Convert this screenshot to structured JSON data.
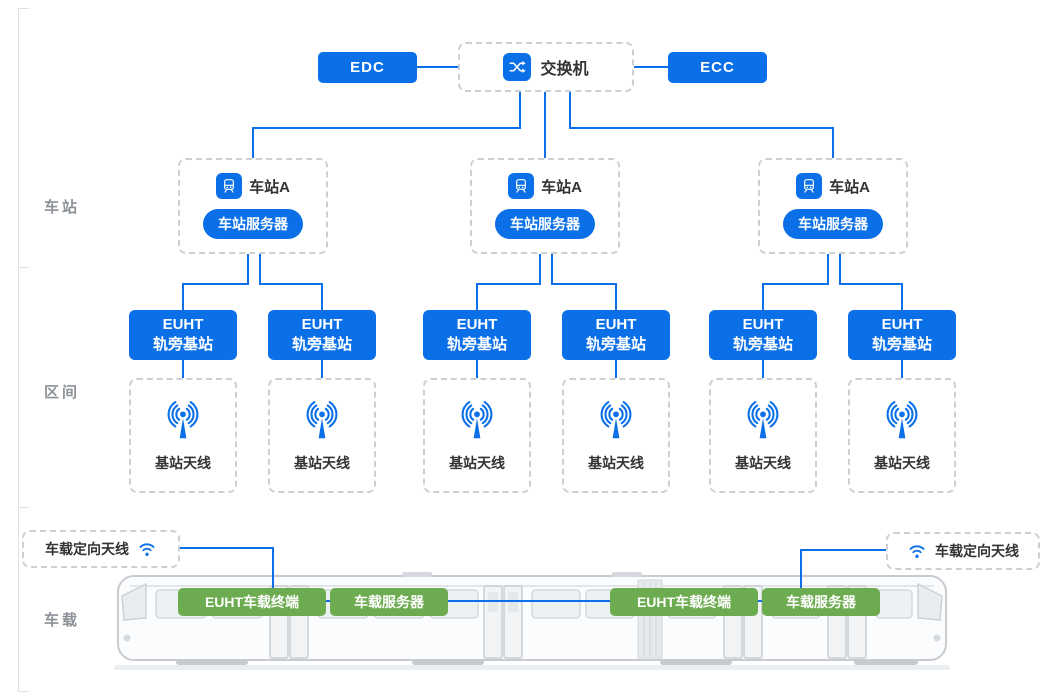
{
  "colors": {
    "accent": "#0b70e8",
    "green": "#6cab4f",
    "text": "#333333",
    "muted": "#8d9298",
    "dash": "#ccd0d5"
  },
  "side_sections": [
    {
      "label": "车站"
    },
    {
      "label": "区间"
    },
    {
      "label": "车载"
    }
  ],
  "top": {
    "edc_label": "EDC",
    "ecc_label": "ECC",
    "switch_label": "交换机"
  },
  "stations": [
    {
      "name": "车站A",
      "server_label": "车站服务器"
    },
    {
      "name": "车站A",
      "server_label": "车站服务器"
    },
    {
      "name": "车站A",
      "server_label": "车站服务器"
    }
  ],
  "trackside": [
    {
      "line1": "EUHT",
      "line2": "轨旁基站",
      "antenna_label": "基站天线"
    },
    {
      "line1": "EUHT",
      "line2": "轨旁基站",
      "antenna_label": "基站天线"
    },
    {
      "line1": "EUHT",
      "line2": "轨旁基站",
      "antenna_label": "基站天线"
    },
    {
      "line1": "EUHT",
      "line2": "轨旁基站",
      "antenna_label": "基站天线"
    },
    {
      "line1": "EUHT",
      "line2": "轨旁基站",
      "antenna_label": "基站天线"
    },
    {
      "line1": "EUHT",
      "line2": "轨旁基站",
      "antenna_label": "基站天线"
    }
  ],
  "onboard": {
    "left_antenna_label": "车载定向天线",
    "right_antenna_label": "车载定向天线",
    "pairs": [
      {
        "terminal_label": "EUHT车载终端",
        "server_label": "车载服务器"
      },
      {
        "terminal_label": "EUHT车载终端",
        "server_label": "车载服务器"
      }
    ]
  },
  "icons": {
    "switch": "crossed-arrows-switch",
    "station": "metro-train-front",
    "base_antenna": "broadcast-antenna",
    "onboard_antenna": "wifi-signal"
  }
}
